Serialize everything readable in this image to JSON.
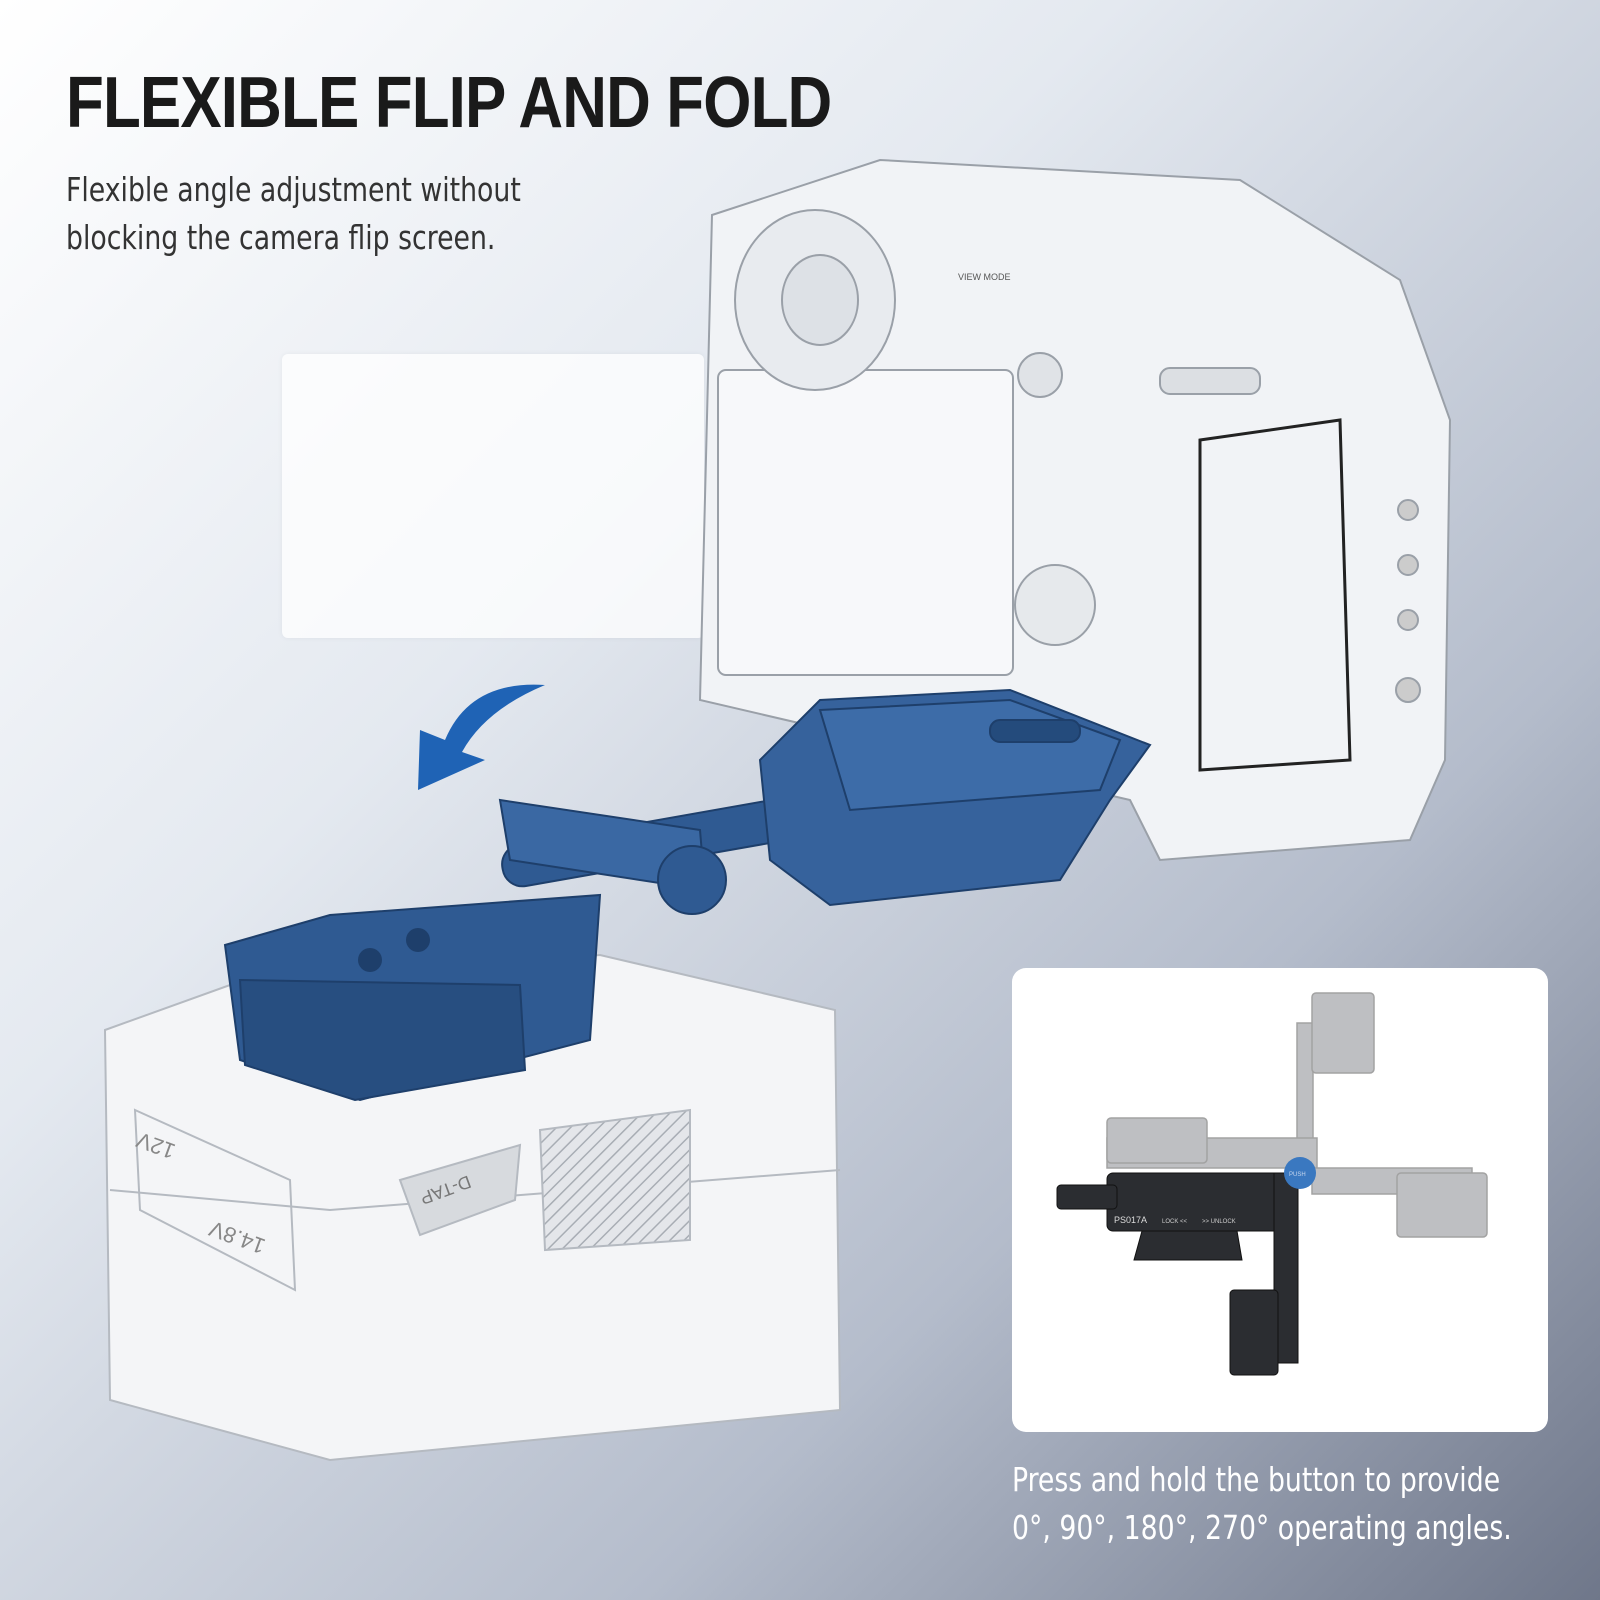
{
  "headline": "FLEXIBLE FLIP AND FOLD",
  "subtitle_lines": [
    "Flexible angle adjustment without",
    "blocking the camera flip screen."
  ],
  "caption_lines": [
    "Press and hold the button to provide",
    "0°, 90°, 180°, 270° operating angles."
  ],
  "product_markings": {
    "camera_button": "VIEW MODE",
    "battery_port": "D-TAP",
    "battery_voltage_1": "12V",
    "battery_voltage_2": "14.8V",
    "model": "PS017A",
    "lock": "LOCK <<",
    "unlock": ">> UNLOCK",
    "push_button": "PUSH"
  },
  "icons": {
    "rotation_arrow": "curved-arrow-down-left-icon"
  },
  "colors": {
    "accent_blue": "#2f5a92",
    "arrow_blue": "#1f63b5",
    "headline": "#1a1a1a"
  }
}
